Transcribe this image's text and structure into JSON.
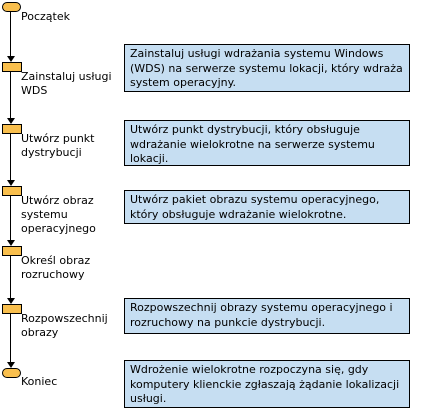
{
  "steps": [
    {
      "label": "Początek",
      "shape": "terminal"
    },
    {
      "label": "Zainstaluj usługi WDS",
      "shape": "process",
      "description": "Zainstaluj usługi wdrażania systemu Windows (WDS) na serwerze systemu lokacji, który wdraża system operacyjny."
    },
    {
      "label": "Utwórz punkt dystrybucji",
      "shape": "process",
      "description": "Utwórz punkt dystrybucji, który obsługuje wdrażanie wielokrotne na serwerze systemu lokacji."
    },
    {
      "label": "Utwórz obraz systemu operacyjnego",
      "shape": "process",
      "description": "Utwórz pakiet obrazu systemu operacyjnego, który obsługuje wdrażanie wielokrotne."
    },
    {
      "label": "Określ obraz rozruchowy",
      "shape": "process"
    },
    {
      "label": "Rozpowszechnij obrazy",
      "shape": "process",
      "description": "Rozpowszechnij obrazy systemu operacyjnego i rozruchowy na punkcie dystrybucji."
    },
    {
      "label": "Koniec",
      "shape": "terminal",
      "description": "Wdrożenie wielokrotne rozpoczyna się, gdy komputery klienckie zgłaszają żądanie lokalizacji usługi."
    }
  ],
  "colors": {
    "shape_fill": "#f9bf4d",
    "box_fill": "#c6def2",
    "stroke": "#000000"
  }
}
